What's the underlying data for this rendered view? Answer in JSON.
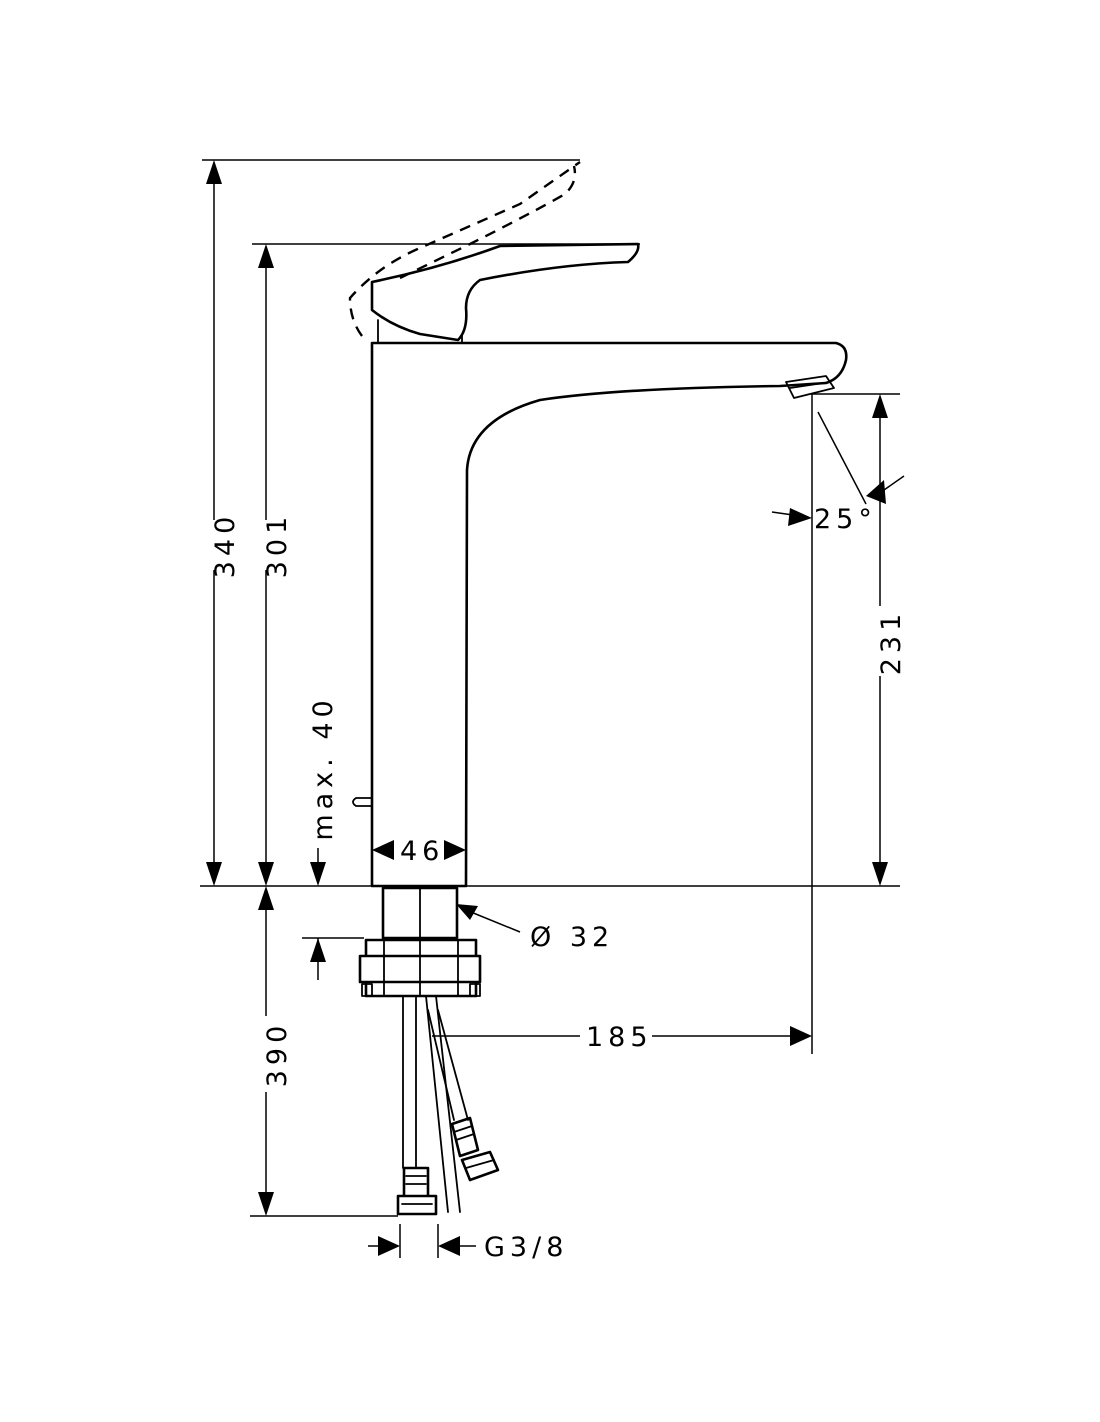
{
  "drawing": {
    "dimensions": {
      "total_height": "340",
      "spout_lever_height": "301",
      "max_thickness": "max. 40",
      "body_width": "46",
      "spout_height": "231",
      "spray_angle": "25°",
      "pipe_diameter": "Ø 32",
      "spout_reach": "185",
      "hose_length": "390",
      "thread": "G3/8"
    }
  }
}
